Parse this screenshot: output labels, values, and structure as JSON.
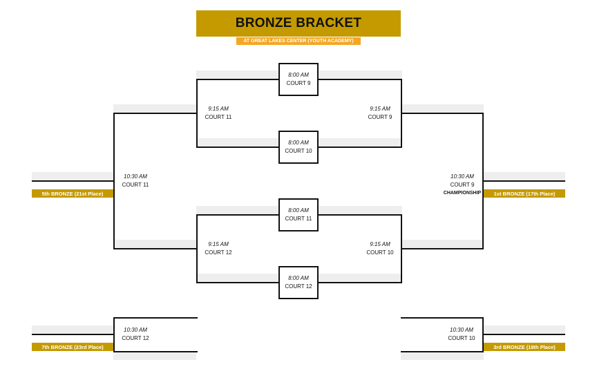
{
  "header": {
    "title": "BRONZE BRACKET",
    "subtitle": "AT GREAT LAKES CENTER (YOUTH ACADEMY)"
  },
  "colors": {
    "gold": "#c49a00",
    "orange": "#f5a623",
    "line": "#111111",
    "shade": "#eeeeee"
  },
  "games": {
    "g1": {
      "time": "8:00 AM",
      "court": "COURT 9"
    },
    "g2": {
      "time": "8:00 AM",
      "court": "COURT 10"
    },
    "g3": {
      "time": "8:00 AM",
      "court": "COURT 11"
    },
    "g4": {
      "time": "8:00 AM",
      "court": "COURT 12"
    },
    "qf_left_top": {
      "time": "9:15 AM",
      "court": "COURT 11"
    },
    "qf_right_top": {
      "time": "9:15 AM",
      "court": "COURT 9"
    },
    "qf_left_bottom": {
      "time": "9:15 AM",
      "court": "COURT 12"
    },
    "qf_right_bottom": {
      "time": "9:15 AM",
      "court": "COURT 10"
    },
    "semi_left": {
      "time": "10:30 AM",
      "court": "COURT 11"
    },
    "final": {
      "time": "10:30 AM",
      "court": "COURT 9",
      "label": "CHAMPIONSHIP"
    },
    "cons_left": {
      "time": "10:30 AM",
      "court": "COURT 12"
    },
    "cons_right": {
      "time": "10:30 AM",
      "court": "COURT 10"
    }
  },
  "places": {
    "left_mid": "5th BRONZE (21st Place)",
    "right_mid": "1st BRONZE (17th Place)",
    "left_bottom": "7th BRONZE (23rd Place)",
    "right_bottom": "3rd BRONZE (19th Place)"
  }
}
